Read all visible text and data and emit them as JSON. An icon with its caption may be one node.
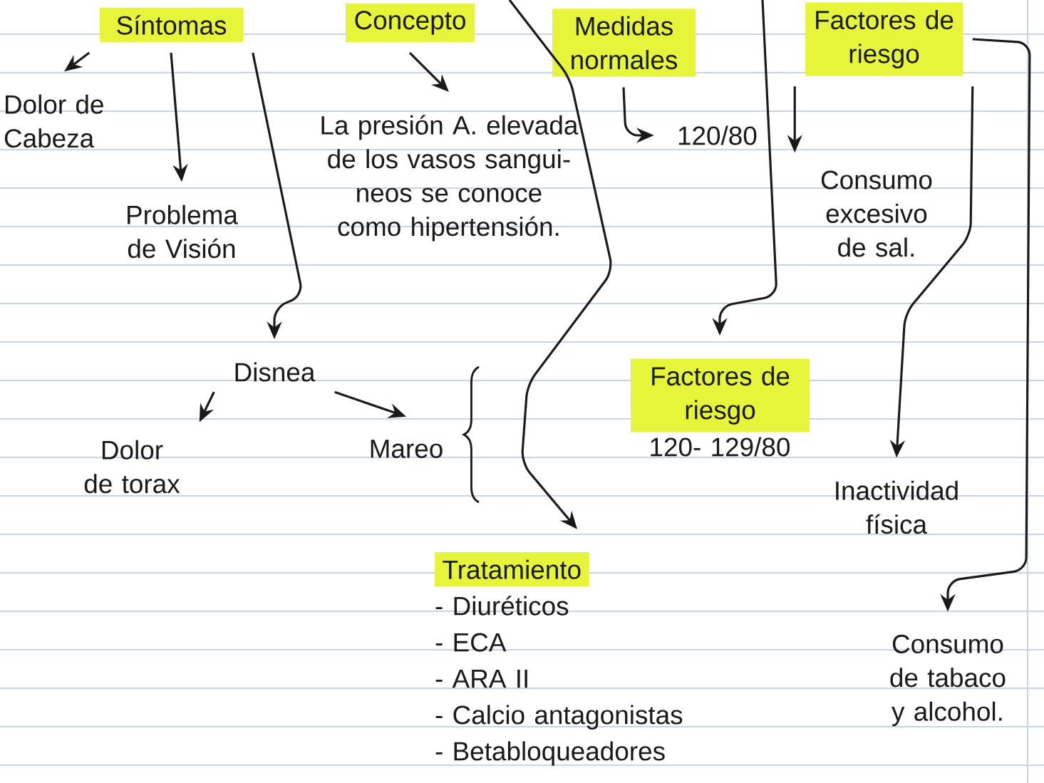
{
  "diagram": {
    "nodes": [
      {
        "text": [
          "Síntomas"
        ]
      },
      {
        "text": [
          "Concepto"
        ]
      },
      {
        "text": [
          "Medidas normales"
        ]
      },
      {
        "text": [
          "Factores de riesgo"
        ]
      },
      {
        "text": [
          "Dolor de Cabeza"
        ]
      },
      {
        "text": [
          "Problema de Visión"
        ]
      },
      {
        "text": [
          "La presión A. elevada de los vasos sangui- neos se conoce como hipertensión."
        ]
      },
      {
        "text": [
          "120/80"
        ]
      },
      {
        "text": [
          "Disnea"
        ]
      },
      {
        "text": [
          "Dolor de torax"
        ]
      },
      {
        "text": [
          "Mareo"
        ]
      },
      {
        "text": [
          "Factores de riesgo",
          "120- 129/80"
        ]
      },
      {
        "text": [
          "Consumo excesivo de sal."
        ]
      },
      {
        "text": [
          "Inactividad física"
        ]
      },
      {
        "text": [
          "Tratamiento",
          "- Diuréticos",
          "- ECA",
          "- ARA II",
          "- Calcio antagonistas",
          "- Betabloqueadores"
        ]
      },
      {
        "text": [
          "Consumo de tabaco y alcohol."
        ]
      }
    ],
    "edges": [
      {
        "from": 0,
        "to": 4,
        "arrow": "to"
      },
      {
        "from": 0,
        "to": 5,
        "arrow": "to"
      },
      {
        "from": 0,
        "to": 8,
        "arrow": "to"
      },
      {
        "from": 8,
        "to": 9,
        "arrow": "to"
      },
      {
        "from": 8,
        "to": 10,
        "arrow": "to"
      },
      {
        "from": 1,
        "to": 6,
        "arrow": "to"
      },
      {
        "from": 2,
        "to": 7,
        "arrow": "to"
      },
      {
        "from": null,
        "to": 14,
        "arrow": "to"
      },
      {
        "from": null,
        "to": 11,
        "arrow": "to"
      },
      {
        "from": 3,
        "to": 12,
        "arrow": "to"
      },
      {
        "from": 3,
        "to": 13,
        "arrow": "to"
      },
      {
        "from": 3,
        "to": 15,
        "arrow": "to"
      }
    ]
  }
}
